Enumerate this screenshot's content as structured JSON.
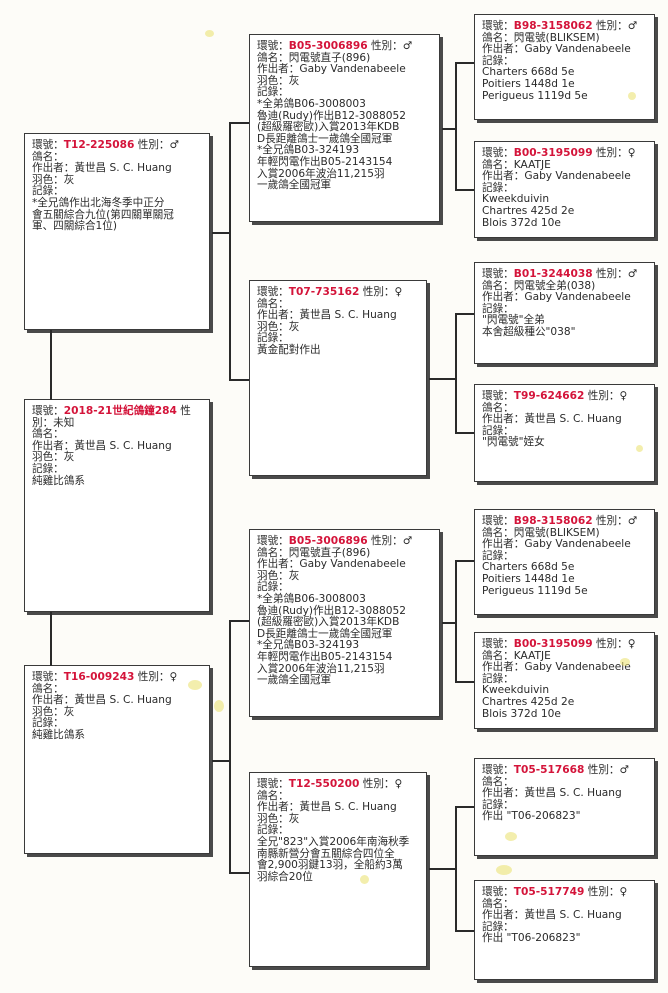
{
  "labels": {
    "ring": "環號：",
    "sex": "性別：",
    "name": "鴿名：",
    "breeder": "作出者：",
    "color": "羽色：",
    "record": "記錄："
  },
  "colors": {
    "ring": "#d4143a",
    "border": "#3a3a3a",
    "connector": "#2a2a2a"
  },
  "pedigree": {
    "subject": {
      "ring": "2018-21世紀鴿鐘284",
      "ring_tail": "性",
      "sex_line": "別：未知",
      "name": "",
      "breeder": "黃世昌 S. C. Huang",
      "color": "灰",
      "record": "",
      "notes": [
        "純雞比鴿系"
      ]
    },
    "sire": {
      "ring": "T12-225086",
      "sex": "♂",
      "name": "",
      "breeder": "黃世昌 S. C. Huang",
      "color": "灰",
      "record": "",
      "notes": [
        "*全兄鴿作出北海冬季中正分",
        "會五關綜合九位(第四關單關冠",
        "軍、四關綜合1位)"
      ]
    },
    "dam": {
      "ring": "T16-009243",
      "sex": "♀",
      "name": "",
      "breeder": "黃世昌 S. C. Huang",
      "color": "灰",
      "record": "",
      "notes": [
        "純雞比鴿系"
      ]
    },
    "ss": {
      "ring": "B05-3006896",
      "sex": "♂",
      "name": "閃電號直子(896)",
      "breeder": "Gaby Vandenabeele",
      "color": "灰",
      "record": "",
      "notes": [
        "*全弟鴿B06-3008003",
        "魯迪(Rudy)作出B12-3088052",
        "(超級羅密歐)入賞2013年KDB",
        "D長距離鴿士一歲鴿全國冠軍",
        "*全兄鴿B03-324193",
        "年輕閃電作出B05-2143154",
        "入賞2006年波治11,215羽",
        "一歲鴿全國冠軍"
      ]
    },
    "sd": {
      "ring": "T07-735162",
      "sex": "♀",
      "name": "",
      "breeder": "黃世昌 S. C. Huang",
      "color": "灰",
      "record": "",
      "notes": [
        "黃金配對作出"
      ]
    },
    "ds": {
      "ring": "B05-3006896",
      "sex": "♂",
      "name": "閃電號直子(896)",
      "breeder": "Gaby Vandenabeele",
      "color": "灰",
      "record": "",
      "notes": [
        "*全弟鴿B06-3008003",
        "魯迪(Rudy)作出B12-3088052",
        "(超級羅密歐)入賞2013年KDB",
        "D長距離鴿士一歲鴿全國冠軍",
        "*全兄鴿B03-324193",
        "年輕閃電作出B05-2143154",
        "入賞2006年波治11,215羽",
        "一歲鴿全國冠軍"
      ]
    },
    "dd": {
      "ring": "T12-550200",
      "sex": "♀",
      "name": "",
      "breeder": "黃世昌 S. C. Huang",
      "color": "灰",
      "record": "",
      "notes": [
        "全兄\"823\"入賞2006年南海秋季",
        "南縣新營分會五關綜合四位全",
        "會2,900羽鍵13羽，全船約3萬",
        "羽綜合20位"
      ]
    },
    "sss": {
      "ring": "B98-3158062",
      "sex": "♂",
      "name": "閃電號(BLIKSEM)",
      "breeder": "Gaby Vandenabeele",
      "record": "",
      "notes": [
        "Charters 668d 5e",
        "Poitiers 1448d 1e",
        "Perigueus 1119d 5e"
      ]
    },
    "ssd": {
      "ring": "B00-3195099",
      "sex": "♀",
      "name": "KAATJE",
      "breeder": "Gaby Vandenabeele",
      "record": "",
      "notes": [
        "Kweekduivin",
        "Chartres 425d 2e",
        "Blois 372d 10e"
      ]
    },
    "sds": {
      "ring": "B01-3244038",
      "sex": "♂",
      "name": "閃電號全弟(038)",
      "breeder": "Gaby Vandenabeele",
      "record": "",
      "notes": [
        "\"閃電號\"全弟",
        "本舍超級種公\"038\""
      ]
    },
    "sdd": {
      "ring": "T99-624662",
      "sex": "♀",
      "name": "",
      "breeder": "黃世昌 S. C. Huang",
      "record": "",
      "notes": [
        "\"閃電號\"姪女"
      ]
    },
    "dss": {
      "ring": "B98-3158062",
      "sex": "♂",
      "name": "閃電號(BLIKSEM)",
      "breeder": "Gaby Vandenabeele",
      "record": "",
      "notes": [
        "Charters 668d 5e",
        "Poitiers 1448d 1e",
        "Perigueus 1119d 5e"
      ]
    },
    "dsd": {
      "ring": "B00-3195099",
      "sex": "♀",
      "name": "KAATJE",
      "breeder": "Gaby Vandenabeele",
      "record": "",
      "notes": [
        "Kweekduivin",
        "Chartres 425d 2e",
        "Blois 372d 10e"
      ]
    },
    "dds": {
      "ring": "T05-517668",
      "sex": "♂",
      "name": "",
      "breeder": "黃世昌 S. C. Huang",
      "record": "",
      "notes": [
        "作出 \"T06-206823\""
      ]
    },
    "ddd": {
      "ring": "T05-517749",
      "sex": "♀",
      "name": "",
      "breeder": "黃世昌 S. C. Huang",
      "record": "",
      "notes": [
        "作出 \"T06-206823\""
      ]
    }
  }
}
